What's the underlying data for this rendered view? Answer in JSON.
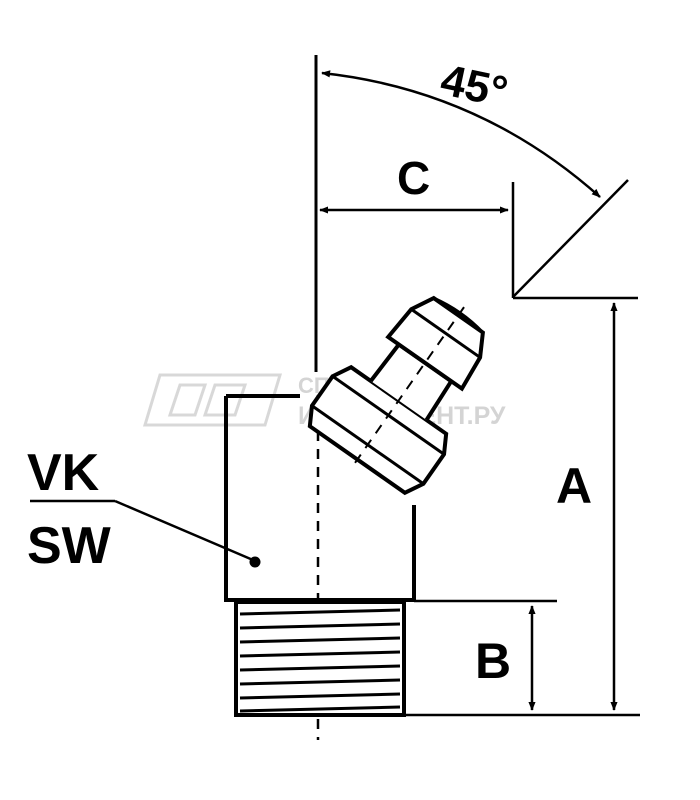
{
  "labels": {
    "angle": "45°",
    "c": "C",
    "a": "A",
    "b": "B",
    "vk": "VK",
    "sw": "SW"
  },
  "watermark": {
    "line1": "СПЕЦ",
    "line2": "ИНСТРУМЕНТ.РУ"
  },
  "colors": {
    "stroke": "#000000",
    "watermark": "#d4d4d4",
    "background": "#ffffff"
  }
}
